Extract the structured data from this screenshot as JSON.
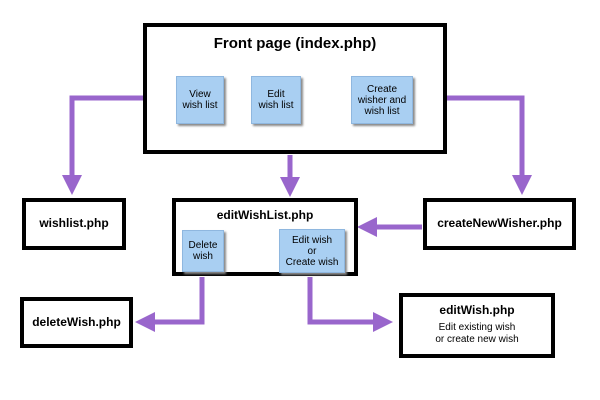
{
  "front_page": {
    "title": "Front page (index.php)",
    "buttons": [
      {
        "line1": "View",
        "line2": "wish list"
      },
      {
        "line1": "Edit",
        "line2": "wish list"
      },
      {
        "line1": "Create",
        "line2": "wisher and",
        "line3": "wish list"
      }
    ]
  },
  "wishlist": {
    "title": "wishlist.php"
  },
  "edit_wish_list": {
    "title": "editWishList.php",
    "buttons": [
      {
        "line1": "Delete",
        "line2": "wish"
      },
      {
        "line1": "Edit wish",
        "line2": "or",
        "line3": "Create wish"
      }
    ]
  },
  "create_new_wisher": {
    "title": "createNewWisher.php"
  },
  "delete_wish": {
    "title": "deleteWish.php"
  },
  "edit_wish": {
    "title": "editWish.php",
    "line1": "Edit existing wish",
    "line2": "or create new wish"
  },
  "colors": {
    "arrow": "#9966cc",
    "button_fill": "#a9cff2",
    "border": "#000000"
  }
}
